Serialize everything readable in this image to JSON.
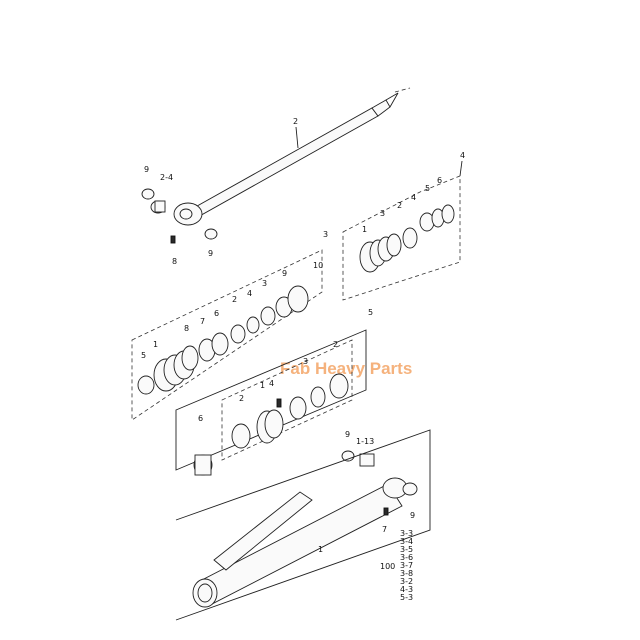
{
  "watermark": "Fab Heavy Parts",
  "labels": {
    "rod": "2",
    "rod_bushing": "2-4",
    "rod_ring_top": "9",
    "rod_ring_bottom": "9",
    "rod_grease": "8",
    "group4": "4",
    "g4_1": "1",
    "g4_3": "3",
    "g4_2": "2",
    "g4_4": "4",
    "g4_5": "5",
    "g4_6": "6",
    "group3": "3",
    "g3_10": "10",
    "g3_9": "9",
    "g3_3": "3",
    "g3_4": "4",
    "g3_2": "2",
    "g3_6": "6",
    "g3_7": "7",
    "g3_8": "8",
    "g3_1": "1",
    "g3_5": "5",
    "group5": "5",
    "g5_3": "3",
    "g5_2a": "2",
    "g5_1": "1",
    "g5_4": "4",
    "g5_2b": "2",
    "g5_6": "6",
    "tube_ring_top": "9",
    "tube_bushing": "1-13",
    "tube_ring_right": "9",
    "tube_grease": "7",
    "tube": "1",
    "ref_prefix": "100",
    "ref_codes": [
      "3-3",
      "3-4",
      "3-5",
      "3-6",
      "3-7",
      "3-8",
      "3-2",
      "4-3",
      "5-3"
    ]
  }
}
